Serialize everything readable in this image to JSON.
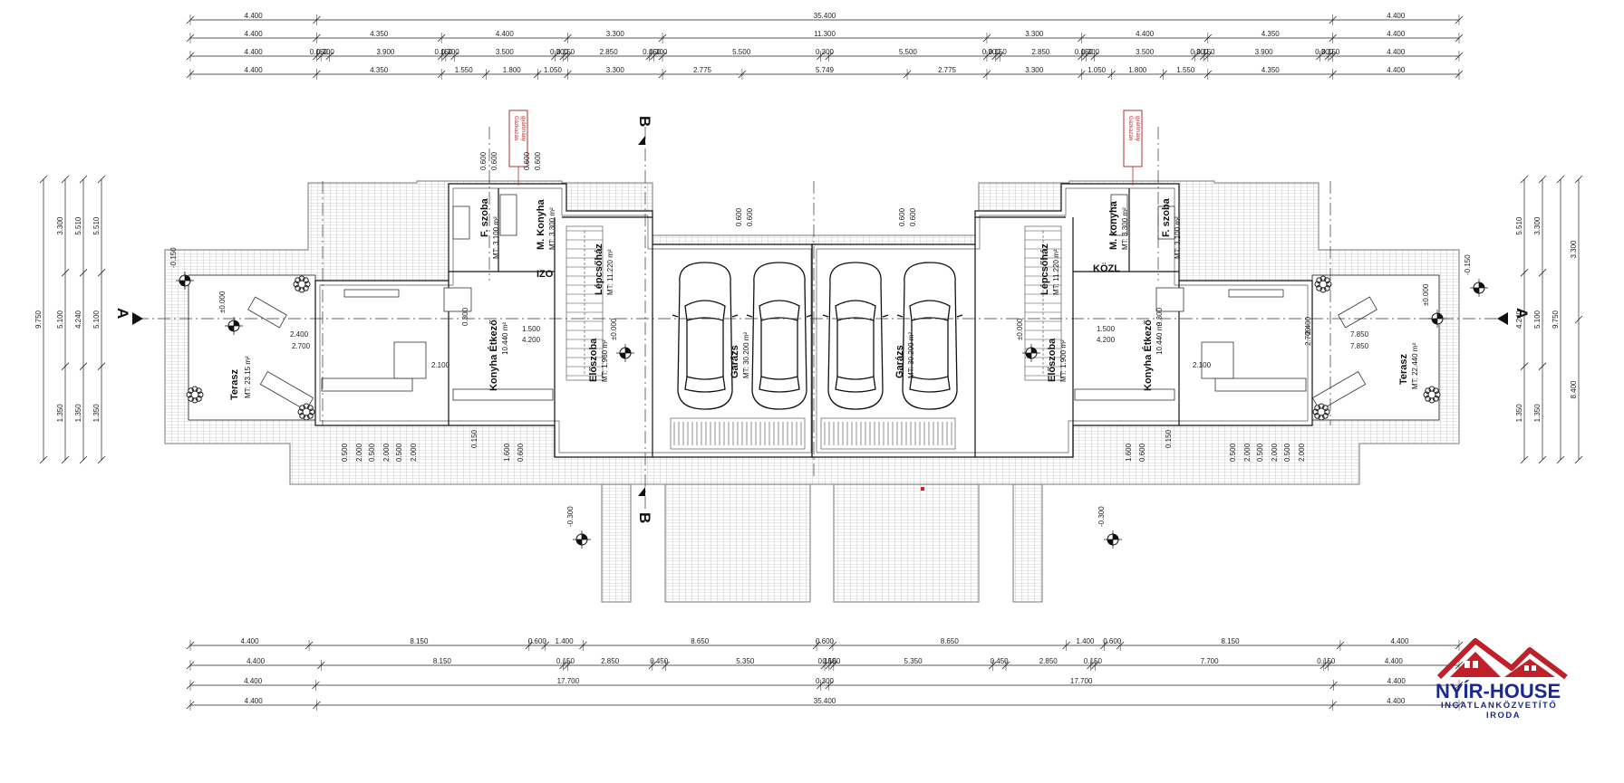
{
  "dimension_rows_top": [
    [
      "4.400",
      "35.400",
      "4.400"
    ],
    [
      "4.400",
      "4.350",
      "4.400",
      "3.300",
      "11.300",
      "3.300",
      "4.400",
      "4.350",
      "4.400"
    ],
    [
      "4.400",
      "0.150",
      "0.300",
      "3.900",
      "0.150",
      "0.300",
      "3.500",
      "0.300",
      "0.150",
      "2.850",
      "0.150",
      "0.300",
      "5.500",
      "0.300",
      "5.500",
      "0.300",
      "0.150",
      "2.850",
      "0.150",
      "0.300",
      "3.500",
      "0.300",
      "0.150",
      "3.900",
      "0.300",
      "0.150",
      "4.400"
    ],
    [
      "4.400",
      "4.350",
      "1.550",
      "1.800",
      "1.050",
      "3.300",
      "2.775",
      "5.749",
      "2.775",
      "3.300",
      "1.050",
      "1.800",
      "1.550",
      "4.350",
      "4.400"
    ]
  ],
  "dimension_rows_bottom": [
    [
      "4.400",
      "8.150",
      "0.600",
      "1.400",
      "8.650",
      "0.600",
      "8.650",
      "1.400",
      "0.600",
      "8.150",
      "4.400"
    ],
    [
      "4.400",
      "8.150",
      "0.150",
      "2.850",
      "0.450",
      "5.350",
      "0.150",
      "0.150",
      "5.350",
      "0.450",
      "2.850",
      "0.150",
      "7.700",
      "0.150",
      "4.400"
    ],
    [
      "4.400",
      "17.700",
      "0.300",
      "17.700",
      "4.400"
    ],
    [
      "4.400",
      "35.400",
      "4.400"
    ]
  ],
  "left_dims": [
    "9.750",
    "3.300",
    "5.100",
    "1.350",
    "5.510",
    "4.240",
    "1.350"
  ],
  "right_dims": [
    "9.750",
    "3.300",
    "5.100",
    "1.350",
    "5.510",
    "4.240",
    "1.350",
    "8.400"
  ],
  "section_marks": {
    "a": "A",
    "b": "B"
  },
  "rooms": {
    "terasz_left": {
      "name": "Terasz",
      "area": "MT: 23.15 m²"
    },
    "terasz_right": {
      "name": "Terasz",
      "area": "MT: 22.440 m²"
    },
    "konyha_left": {
      "name": "Konyha Étkező",
      "area": "10.440 m²"
    },
    "konyha_right": {
      "name": "Konyha Étkező",
      "area": "10.440 m²"
    },
    "eloszoba_left": {
      "name": "Előszoba",
      "area": "MT: 1.960 m²"
    },
    "eloszoba_right": {
      "name": "Előszoba",
      "area": "MT: 1.900 m²"
    },
    "lepcsohaz_left": {
      "name": "Lépcsőház",
      "area": "MT: 11.220 m²"
    },
    "lepcsohaz_right": {
      "name": "Lépcsőház",
      "area": "MT: 11.220 m²"
    },
    "fszoba_left": {
      "name": "F. szoba",
      "area": "MT: 3.100 m²"
    },
    "fszoba_right": {
      "name": "F. szoba",
      "area": "MT: 3.100 m²"
    },
    "mkonyha_left": {
      "name": "M. Konyha",
      "area": "MT: 3.300 m²"
    },
    "mkonyha_right": {
      "name": "M. konyha",
      "area": "MT: 3.300 m²"
    },
    "izo": {
      "name": "IZO",
      "area": ""
    },
    "kozl": {
      "name": "KÖZL",
      "area": ""
    },
    "garazs_left": {
      "name": "Garázs",
      "area": "MT: 30.200 m²"
    },
    "garazs_right": {
      "name": "Garázs",
      "area": "MT: 30.200 m²"
    }
  },
  "levels": [
    "±0.000",
    "±0.000",
    "-0.150",
    "-0.150",
    "-0.300",
    "-0.300",
    "±0.000",
    "±0.000"
  ],
  "small_labels": [
    "0.600",
    "0.600",
    "0.600",
    "0.600",
    "0.600",
    "0.600",
    "0.600",
    "0.600",
    "0.500",
    "2.000",
    "0.500",
    "2.000",
    "0.500",
    "2.000",
    "1.600",
    "0.600",
    "0.150",
    "0.500",
    "2.000",
    "0.500",
    "2.000",
    "0.500",
    "2.000",
    "1.600",
    "0.600",
    "0.150",
    "2.400",
    "2.700",
    "2.400",
    "2.700",
    "7.850",
    "7.850",
    "2.100",
    "2.100",
    "1.500",
    "1.500",
    "4.200",
    "4.200",
    "0.300",
    "0.300"
  ],
  "gas_note": [
    "Gázkazán",
    "gyártmány",
    "elszívással"
  ],
  "logo": {
    "name": "NYÍR-HOUSE",
    "subtitle": "INGATLANKÖZVETÍTŐ",
    "subtitle2": "IRODA"
  },
  "colors": {
    "line": "#111111",
    "hatch": "#9a9a9a",
    "wall": "#2b2b2b",
    "logo_blue": "#1a2a8c",
    "logo_red": "#c0202a",
    "red_note": "#b03030"
  }
}
